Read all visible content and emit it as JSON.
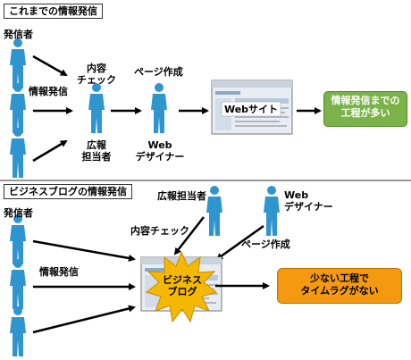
{
  "top": {
    "title": "これまでの情報発信",
    "sender_label": "発信者",
    "info_label": "情報発信",
    "check_label": [
      "内容",
      "チェック"
    ],
    "pr_label": [
      "広報",
      "担当者"
    ],
    "page_label": "ページ作成",
    "designer_label": [
      "Web",
      "デザイナー"
    ],
    "site_label": "Webサイト",
    "result": [
      "情報発信までの",
      "工程が多い"
    ]
  },
  "bottom": {
    "title": "ビジネスブログの情報発信",
    "sender_label": "発信者",
    "info_label": "情報発信",
    "pr_label": "広報担当者",
    "designer_label": [
      "Web",
      "デザイナー"
    ],
    "check_label": "内容チェック",
    "page_label": "ページ作成",
    "burst_label": [
      "ビジネス",
      "ブログ"
    ],
    "result": [
      "少ない工程で",
      "タイムラグがない"
    ]
  },
  "colors": {
    "person": "#2f95cf",
    "green": "#7bb34a",
    "orange": "#f59a10",
    "burst": "#f5b800"
  }
}
